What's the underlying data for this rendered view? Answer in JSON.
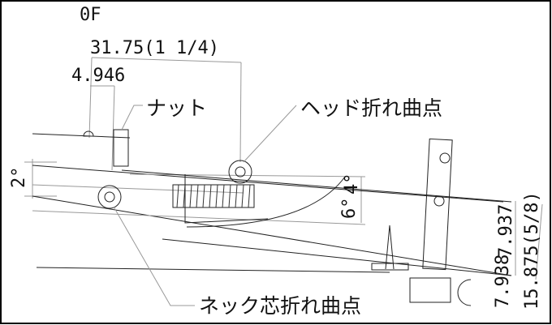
{
  "labels": {
    "zero_fret": "0F",
    "scale_dim": "31.75(1 1/4)",
    "nut_dim": "4.946",
    "nut": "ナット",
    "head_bend_point": "ヘッド折れ曲点",
    "neck_bend_point": "ネック芯折れ曲点",
    "angle_2": "2°",
    "angle_4": "4°",
    "angle_6": "6°",
    "dim_7938": "7.938",
    "dim_7937": "7.937",
    "dim_15875": "15.875(5/8)"
  }
}
